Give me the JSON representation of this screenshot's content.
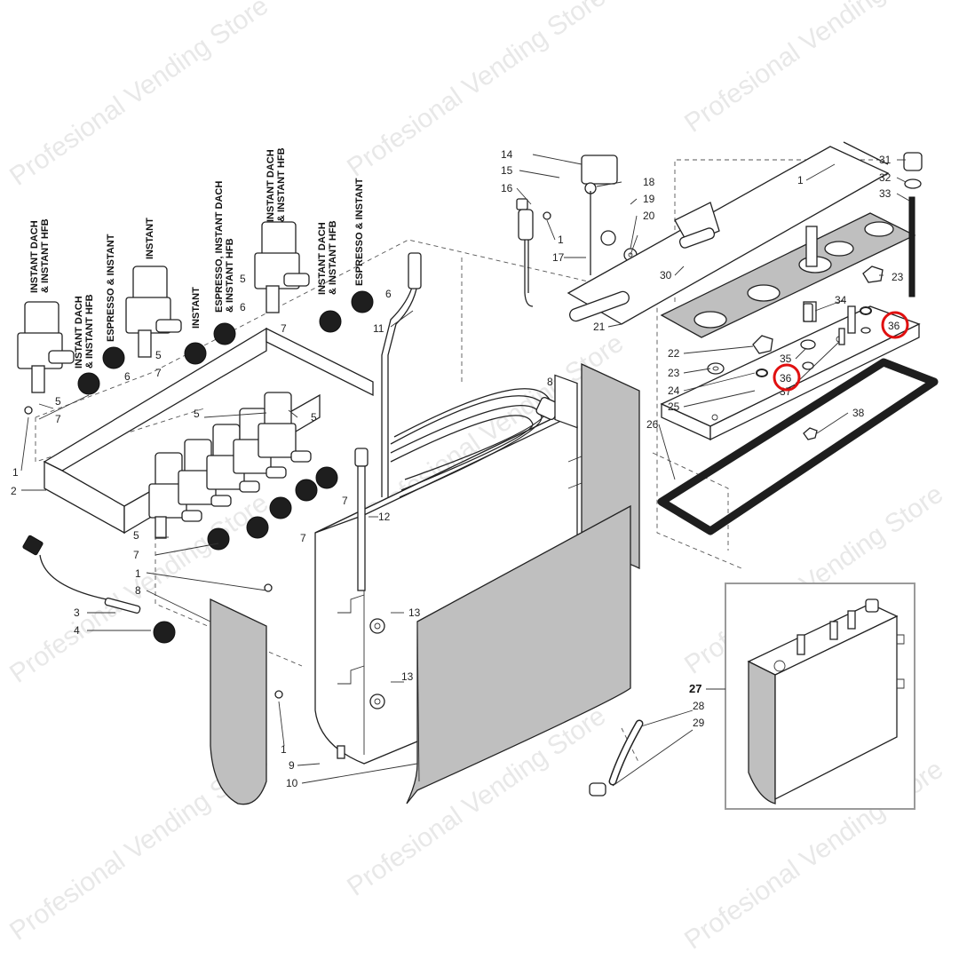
{
  "watermark": "Profesional Vending Store",
  "valve_labels": [
    "INSTANT DACH\n& INSTANT HFB",
    "ESPRESSO & INSTANT",
    "INSTANT DACH\n& INSTANT HFB",
    "INSTANT",
    "ESPRESSO, INSTANT DACH\n& INSTANT HFB",
    "INSTANT DACH\n& INSTANT HFB",
    "ESPRESSO & INSTANT"
  ],
  "callouts": [
    "1",
    "2",
    "3",
    "4",
    "5",
    "6",
    "7",
    "8",
    "9",
    "10",
    "11",
    "12",
    "13",
    "14",
    "15",
    "16",
    "17",
    "18",
    "19",
    "20",
    "21",
    "22",
    "23",
    "24",
    "25",
    "26",
    "27",
    "28",
    "29",
    "30",
    "31",
    "32",
    "33",
    "34",
    "35",
    "36",
    "37",
    "38"
  ],
  "highlighted_callout": "36",
  "inset_callout": "27",
  "colors": {
    "highlight": "#e01010",
    "panel": "#bfbfbf",
    "gasket": "#1e1e1e"
  }
}
